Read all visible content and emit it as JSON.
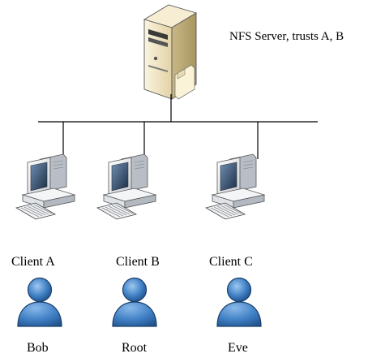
{
  "server": {
    "label": "NFS Server, trusts A, B",
    "icon": "server-tower-icon"
  },
  "clients": [
    {
      "id": "a",
      "label": "Client A",
      "user": "Bob",
      "computer_icon": "desktop-computer-icon",
      "user_icon": "user-icon"
    },
    {
      "id": "b",
      "label": "Client B",
      "user": "Root",
      "computer_icon": "desktop-computer-icon",
      "user_icon": "user-icon"
    },
    {
      "id": "c",
      "label": "Client C",
      "user": "Eve",
      "computer_icon": "desktop-computer-icon",
      "user_icon": "user-icon"
    }
  ],
  "colors": {
    "server_body": "#efe3c4",
    "server_shadow": "#b9a679",
    "computer_body": "#e8ebef",
    "computer_shadow": "#a4aab2",
    "screen": "#2b3f58",
    "user_fill": "#3f7fc4",
    "user_dark": "#1f4f86",
    "line": "#000000"
  }
}
